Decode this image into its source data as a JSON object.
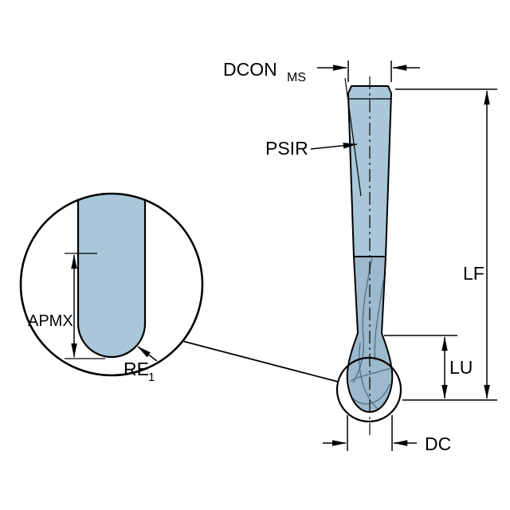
{
  "diagram": {
    "labels": {
      "dcon_main": "DCON",
      "dcon_sub": "MS",
      "psir": "PSIR",
      "lf": "LF",
      "lu": "LU",
      "dc": "DC",
      "apmx": "APMX",
      "re_main": "RE",
      "re_sub": "1"
    },
    "colors": {
      "background": "#ffffff",
      "outline": "#000000",
      "tool_shank": "#aac7d9",
      "tool_flutes": "#9db9cd"
    }
  }
}
